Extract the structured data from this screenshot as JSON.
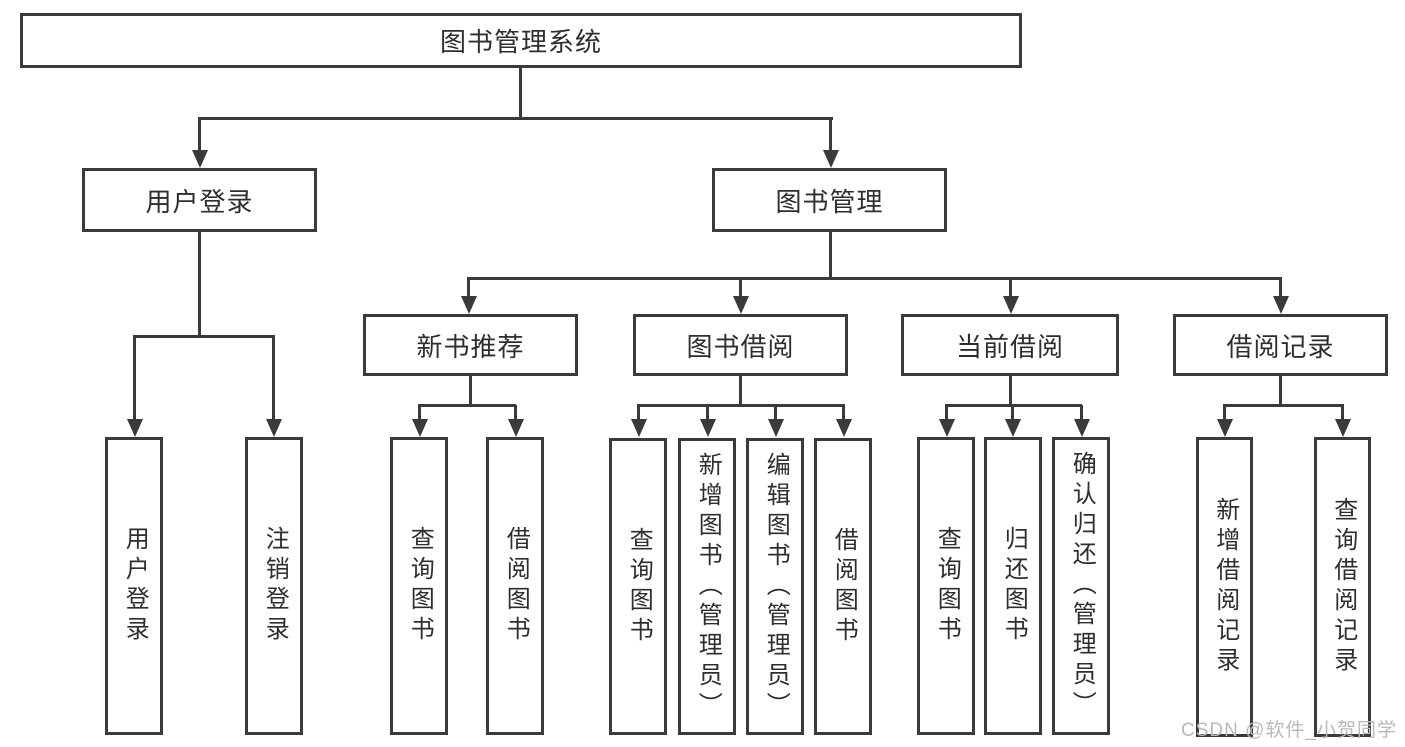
{
  "diagram": {
    "title": "图书管理系统",
    "root": {
      "label": "图书管理系统"
    },
    "branches": [
      {
        "label": "用户登录",
        "children": [
          {
            "label": "用户登录"
          },
          {
            "label": "注销登录"
          }
        ]
      },
      {
        "label": "图书管理",
        "children": [
          {
            "label": "新书推荐",
            "children": [
              {
                "label": "查询图书"
              },
              {
                "label": "借阅图书"
              }
            ]
          },
          {
            "label": "图书借阅",
            "children": [
              {
                "label": "查询图书"
              },
              {
                "label": "新增图书（管理员）"
              },
              {
                "label": "编辑图书（管理员）"
              },
              {
                "label": "借阅图书"
              }
            ]
          },
          {
            "label": "当前借阅",
            "children": [
              {
                "label": "查询图书"
              },
              {
                "label": "归还图书"
              },
              {
                "label": "确认归还（管理员）"
              }
            ]
          },
          {
            "label": "借阅记录",
            "children": [
              {
                "label": "新增借阅记录"
              },
              {
                "label": "查询借阅记录"
              }
            ]
          }
        ]
      }
    ],
    "watermark": "CSDN @软件_小贺同学",
    "colors": {
      "line": "#3a3a3a",
      "text": "#2e2e2e",
      "watermark": "#b9b9b9",
      "background": "#ffffff"
    }
  }
}
